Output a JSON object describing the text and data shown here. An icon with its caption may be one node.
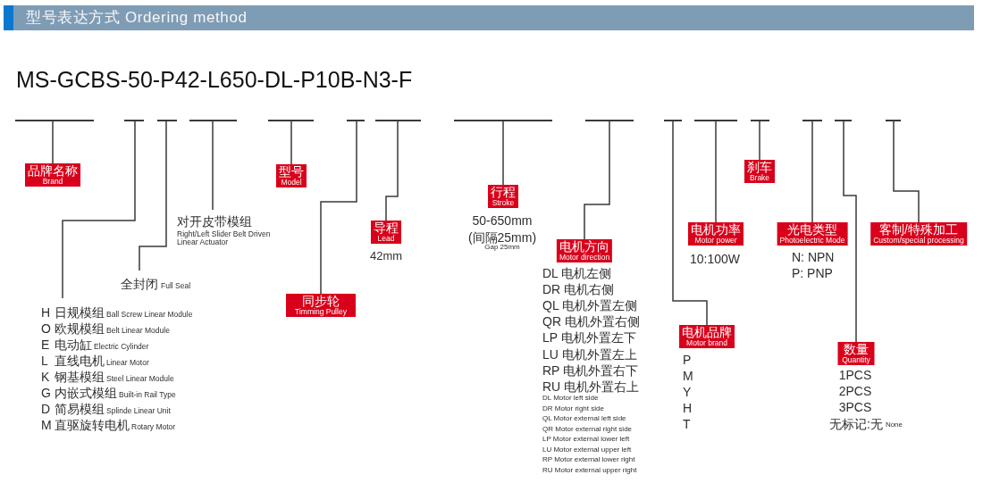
{
  "diagram": {
    "title": "型号表达方式 Ordering method",
    "nodes": [
      {
        "text": [],
        "shape": "bar"
      },
      {
        "text": [],
        "shape": "bar"
      },
      {
        "text": [],
        "shape": "bar"
      },
      {
        "text": [],
        "shape": "bar"
      },
      {
        "text": [],
        "shape": "bar"
      },
      {
        "text": [],
        "shape": "bar"
      },
      {
        "text": [],
        "shape": "bar"
      },
      {
        "text": [],
        "shape": "bar"
      },
      {
        "text": [],
        "shape": "bar"
      },
      {
        "text": [],
        "shape": "bar"
      },
      {
        "text": [],
        "shape": "bar"
      },
      {
        "text": [],
        "shape": "bar"
      },
      {
        "text": [],
        "shape": "bar"
      },
      {
        "text": [],
        "shape": "bar"
      },
      {
        "text": [],
        "shape": "bar"
      },
      {
        "text": [
          "品牌名称",
          "Brand"
        ]
      },
      {
        "text": [
          "H",
          "日规模组",
          "Ball Screw Linear Module",
          "O",
          "欧规模组",
          "Belt Linear Module",
          "E",
          "电动缸",
          "Electric Cylinder",
          "L",
          "直线电机",
          "Linear Motor",
          "K",
          "钢基模组",
          "Steel Linear Module",
          "G",
          "内嵌式模组",
          "Built-in Rail Type",
          "D",
          "简易模组",
          "Splinde Linear Unit",
          "M",
          "直驱旋转电机",
          "Rotary Motor"
        ]
      },
      {
        "text": [
          "全封闭",
          "Full Seal"
        ]
      },
      {
        "text": [
          "对开皮带模组",
          "Right/Left Slider Belt Driven Linear Actuator"
        ]
      },
      {
        "text": [
          "型号",
          "Model"
        ]
      },
      {
        "text": [
          "同步轮",
          "Timming Pulley"
        ]
      },
      {
        "text": [
          "导程",
          "Lead"
        ],
        "beside": [
          "42mm"
        ]
      },
      {
        "text": [
          "行程",
          "Stroke"
        ],
        "beside": [
          "50-650mm",
          "(间隔25mm)",
          "Gap 25mm"
        ]
      },
      {
        "text": [
          "电机方向",
          "Motor direction"
        ],
        "beside": [
          "DL 电机左侧",
          "DR 电机右侧",
          "QL 电机外置左侧",
          "QR 电机外置右侧",
          "LP 电机外置左下",
          "LU 电机外置左上",
          "RP 电机外置右下",
          "RU 电机外置右上",
          "DL Motor left side",
          "DR Motor right side",
          "QL Motor external left side",
          "QR Motor external right side",
          "LP Motor external lower left",
          "LU Motor external upper left",
          "RP Motor external lower right",
          "RU Motor external upper right"
        ]
      },
      {
        "text": [
          "电机品牌",
          "Motor brand"
        ],
        "beside": [
          "P",
          "M",
          "Y",
          "H",
          "T"
        ]
      },
      {
        "text": [
          "电机功率",
          "Motor power"
        ],
        "beside": [
          "10:100W"
        ]
      },
      {
        "text": [
          "刹车",
          "Brake"
        ]
      },
      {
        "text": [
          "光电类型",
          "Photoelectric Mode"
        ],
        "beside": [
          "N: NPN",
          "P: PNP"
        ]
      },
      {
        "text": [
          "数量",
          "Quantity"
        ],
        "beside": [
          "1PCS",
          "2PCS",
          "3PCS",
          "无标记:无",
          "None"
        ]
      },
      {
        "text": [
          "客制/特殊加工",
          "Custom/special processing"
        ]
      }
    ],
    "edges": [
      {
        "from": 0,
        "to": 15,
        "arrow": "none"
      },
      {
        "from": 1,
        "to": 16,
        "arrow": "none"
      },
      {
        "from": 2,
        "to": 17,
        "arrow": "none"
      },
      {
        "from": 3,
        "to": 18,
        "arrow": "none"
      },
      {
        "from": 4,
        "to": 19,
        "arrow": "none"
      },
      {
        "from": 5,
        "to": 20,
        "arrow": "none"
      },
      {
        "from": 6,
        "to": 21,
        "arrow": "none"
      },
      {
        "from": 7,
        "to": 22,
        "arrow": "none"
      },
      {
        "from": 8,
        "to": 23,
        "arrow": "none"
      },
      {
        "from": 9,
        "to": 24,
        "arrow": "none"
      },
      {
        "from": 10,
        "to": 25,
        "arrow": "none"
      },
      {
        "from": 11,
        "to": 26,
        "arrow": "none"
      },
      {
        "from": 12,
        "to": 27,
        "arrow": "none"
      },
      {
        "from": 13,
        "to": 28,
        "arrow": "none"
      },
      {
        "from": 14,
        "to": 29,
        "arrow": "none"
      }
    ],
    "labels": [
      "MS-GCBS-50-P42-L650-DL-P10B-N3-F"
    ]
  }
}
